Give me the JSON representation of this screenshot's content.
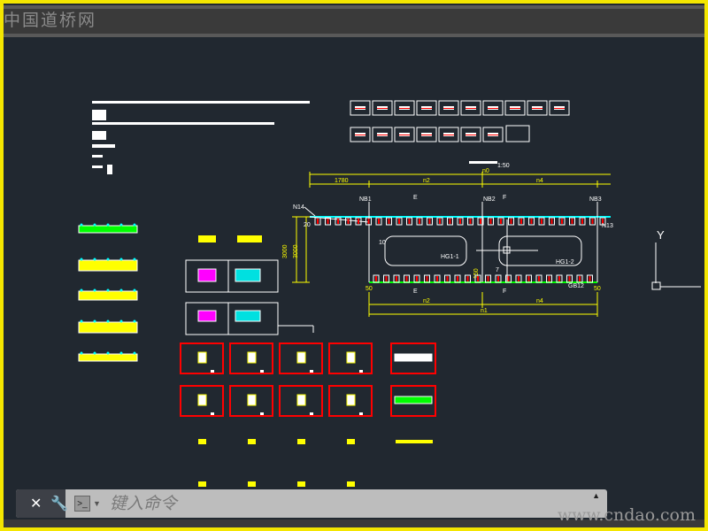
{
  "watermark": "中国道桥网",
  "site_watermark": "www.cndao.com",
  "command": {
    "placeholder": "键入命令",
    "close_icon": "close-icon",
    "settings_icon": "wrench-icon",
    "prompt_icon": "terminal-icon"
  },
  "ucs": {
    "y_label": "Y"
  },
  "drawing": {
    "scale": "1:50",
    "dim_total": "n0",
    "dim_left": "1780",
    "dim_n2": "n2",
    "dim_n4": "n4",
    "dim_n1": "n1",
    "nb1": "NB1",
    "nb2": "NB2",
    "nb3": "NB3",
    "sec_e": "E",
    "sec_f": "F",
    "hole1": "HG1-1",
    "hole2": "HG1-2",
    "n14": "N14",
    "n13": "N13",
    "d20": "20",
    "d10": "10",
    "d7": "7",
    "d50": "50",
    "d150": "150",
    "d3000": "3000",
    "gb12": "GB12"
  },
  "colors": {
    "bg": "#212830",
    "yellow": "#ffff00",
    "cyan": "#00ffff",
    "green": "#00ff00",
    "red": "#ff0000"
  }
}
